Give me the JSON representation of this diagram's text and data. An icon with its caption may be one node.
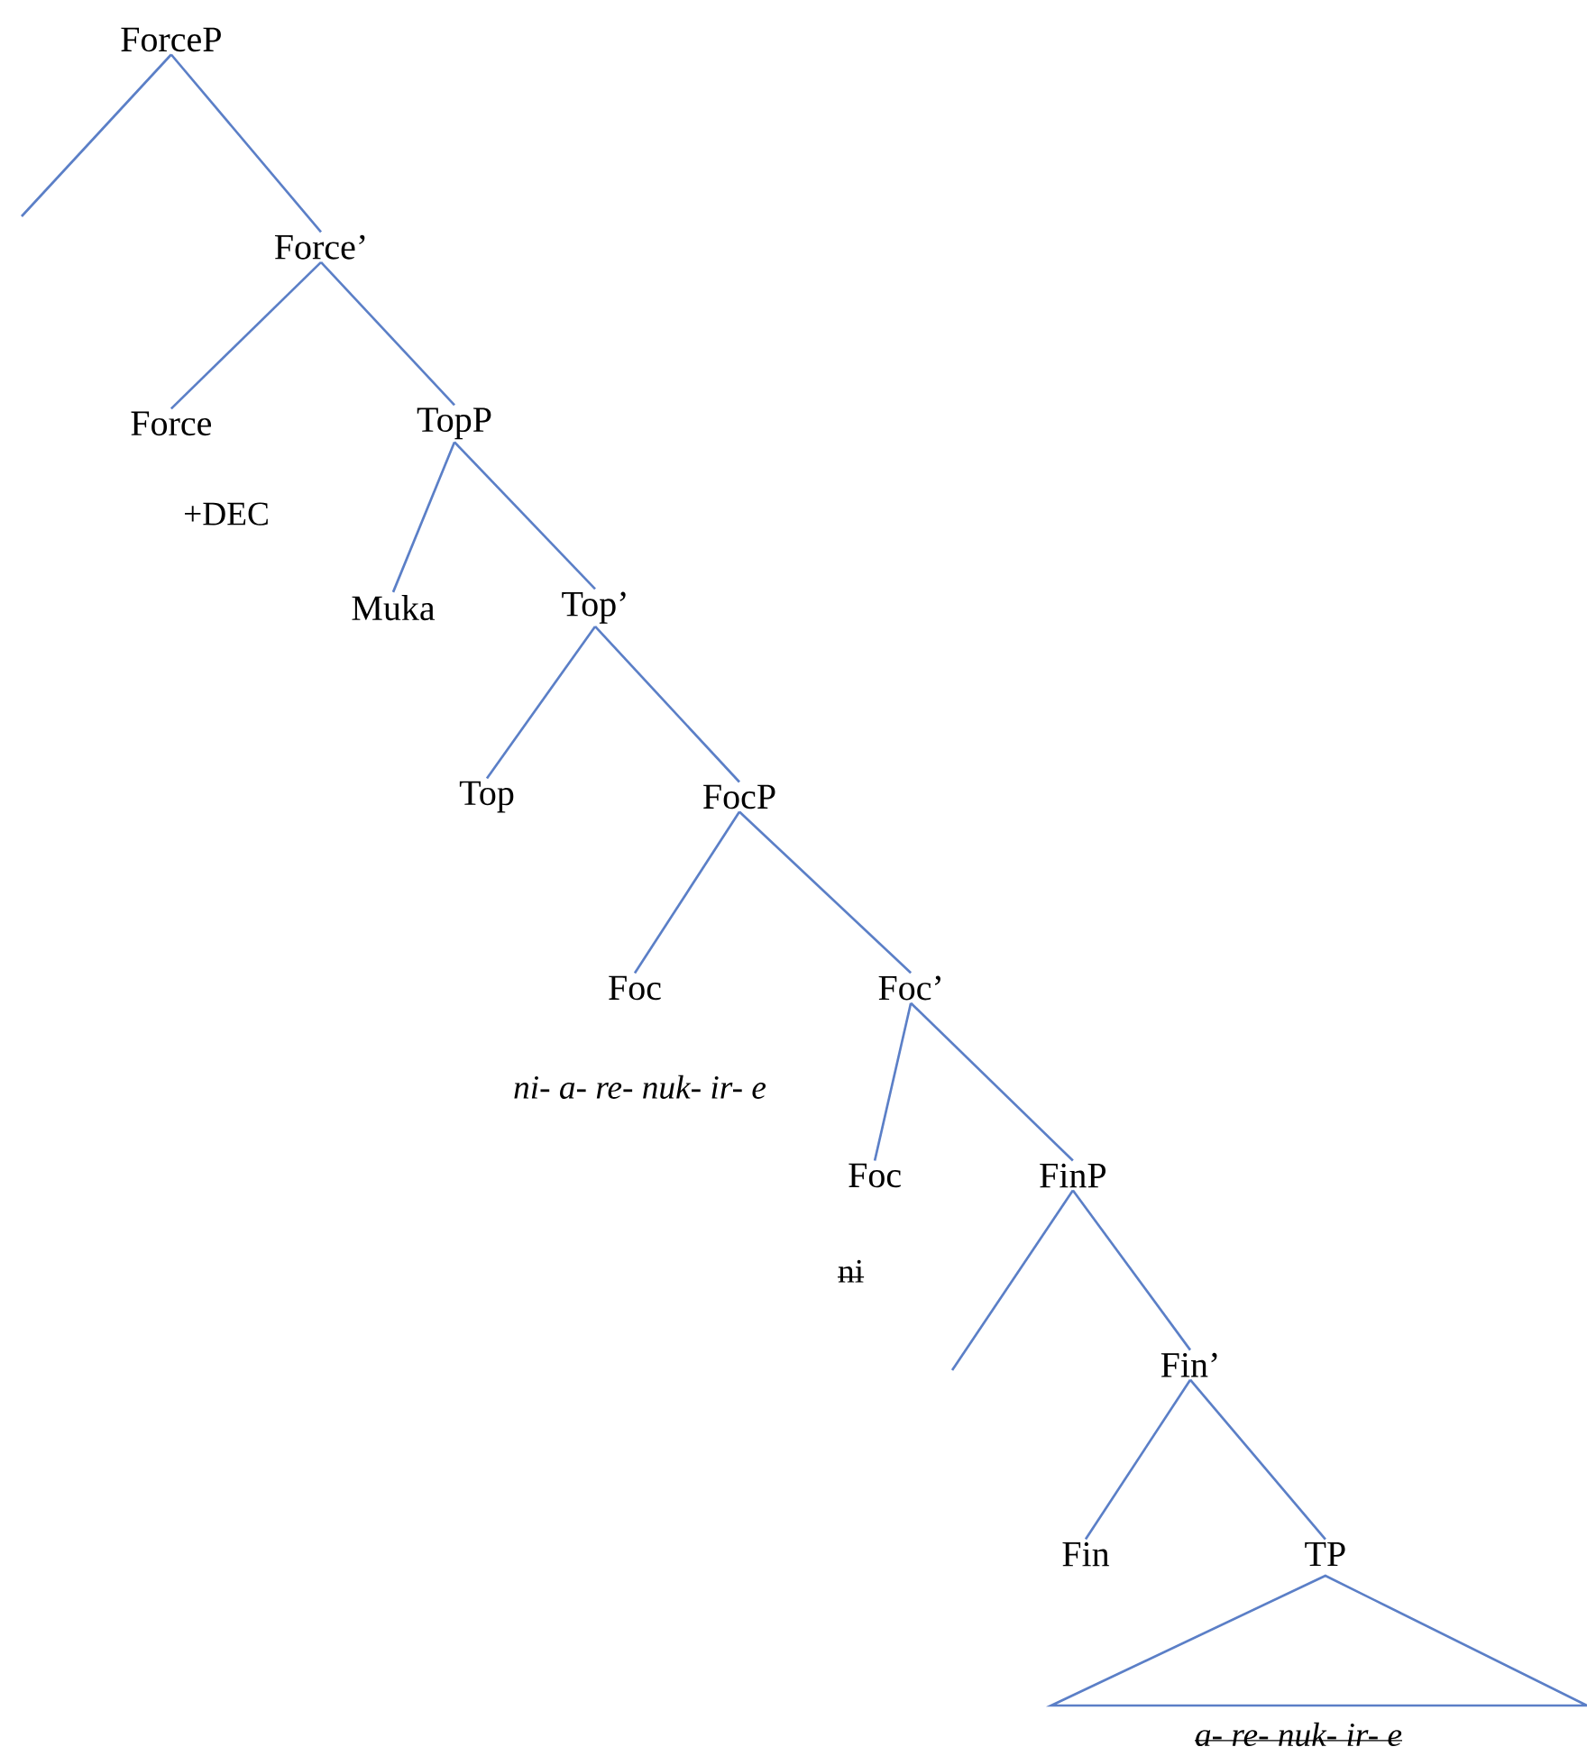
{
  "diagram": {
    "nodes": [
      {
        "text": [
          "ForceP"
        ]
      },
      {
        "text": [
          "Force’"
        ]
      },
      {
        "text": [
          "Force"
        ],
        "beside": [
          "+DEC"
        ]
      },
      {
        "text": [
          "TopP"
        ]
      },
      {
        "text": [
          "Muka"
        ]
      },
      {
        "text": [
          "Top’"
        ]
      },
      {
        "text": [
          "Top"
        ]
      },
      {
        "text": [
          "FocP"
        ]
      },
      {
        "text": [
          "Foc"
        ],
        "beside": [
          "ni- a- re- nuk- ir- e"
        ]
      },
      {
        "text": [
          "Foc’"
        ]
      },
      {
        "text": [
          "Foc"
        ],
        "beside": [
          "ni"
        ]
      },
      {
        "text": [
          "FinP"
        ]
      },
      {
        "text": [
          "Fin’"
        ]
      },
      {
        "text": [
          "Fin"
        ]
      },
      {
        "text": [
          "TP"
        ]
      },
      {
        "text": [
          "a- re- nuk- ir- e"
        ]
      }
    ],
    "edges": [
      {
        "from": 0,
        "to": null,
        "arrow": "none"
      },
      {
        "from": 0,
        "to": 1,
        "arrow": "none"
      },
      {
        "from": 1,
        "to": 2,
        "arrow": "none"
      },
      {
        "from": 1,
        "to": 3,
        "arrow": "none"
      },
      {
        "from": 3,
        "to": 4,
        "arrow": "none"
      },
      {
        "from": 3,
        "to": 5,
        "arrow": "none"
      },
      {
        "from": 5,
        "to": 6,
        "arrow": "none"
      },
      {
        "from": 5,
        "to": 7,
        "arrow": "none"
      },
      {
        "from": 7,
        "to": 8,
        "arrow": "none"
      },
      {
        "from": 7,
        "to": 9,
        "arrow": "none"
      },
      {
        "from": 9,
        "to": 10,
        "arrow": "none"
      },
      {
        "from": 9,
        "to": 11,
        "arrow": "none"
      },
      {
        "from": 11,
        "to": null,
        "arrow": "none"
      },
      {
        "from": 11,
        "to": 12,
        "arrow": "none"
      },
      {
        "from": 12,
        "to": 13,
        "arrow": "none"
      },
      {
        "from": 12,
        "to": 14,
        "arrow": "none"
      }
    ]
  }
}
